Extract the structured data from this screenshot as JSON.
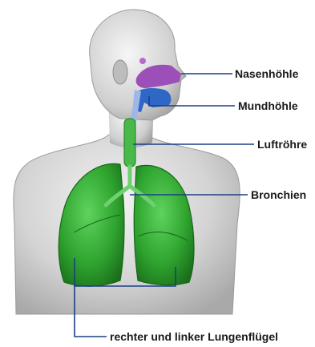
{
  "labels": {
    "nasal_cavity": "Nasenhöhle",
    "oral_cavity": "Mundhöhle",
    "trachea": "Luftröhre",
    "bronchi": "Bronchien",
    "lungs": "rechter und linker Lungenflügel"
  },
  "colors": {
    "lung_green": "#2fa52f",
    "nasal_purple": "#9c4fb8",
    "mouth_blue": "#2f67c7",
    "leader_line": "#1b3f86",
    "body_gray": "#c9c9c9"
  }
}
